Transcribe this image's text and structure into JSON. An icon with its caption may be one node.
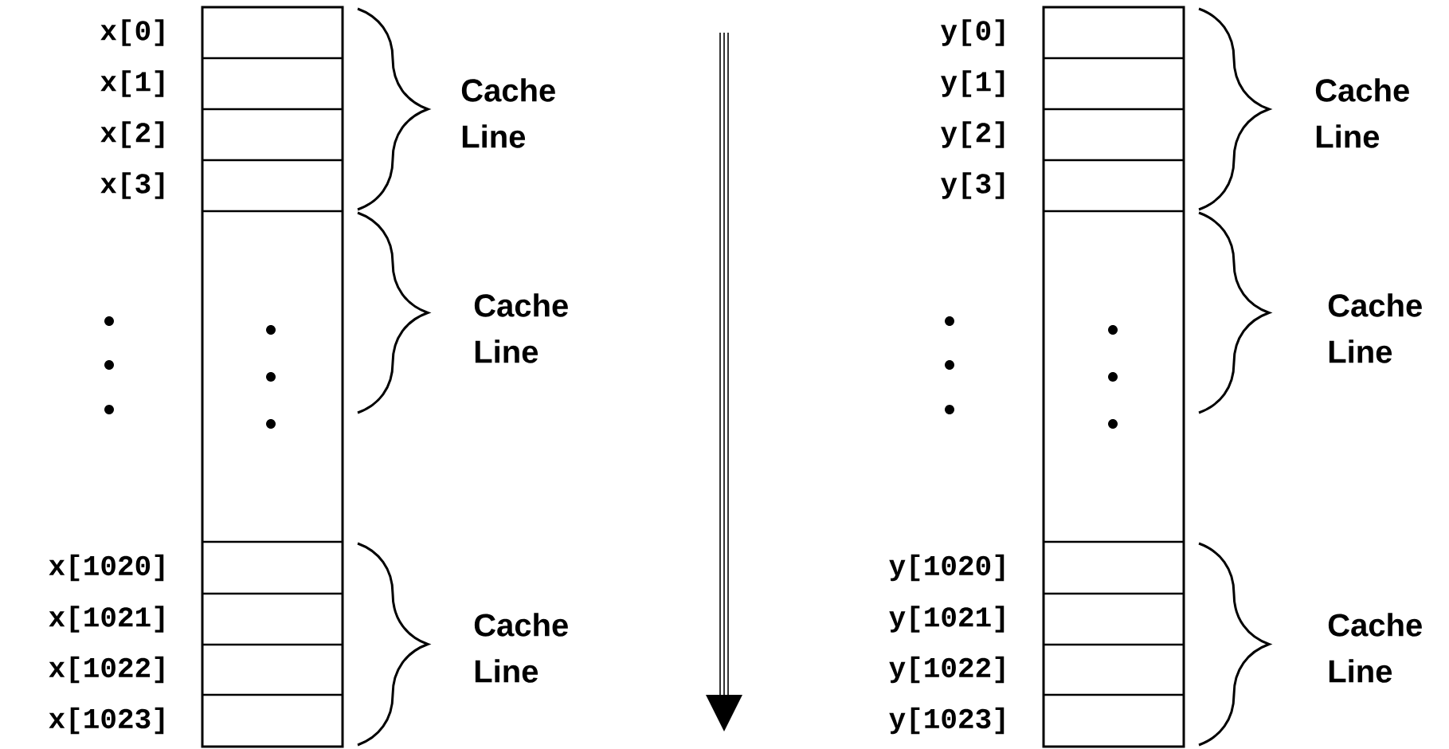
{
  "diagram": {
    "labels": [
      "x[0]",
      "x[1]",
      "x[2]",
      "x[3]",
      "x[1020]",
      "x[1021]",
      "x[1022]",
      "x[1023]",
      "Cache Line",
      "Cache Line",
      "Cache Line",
      "y[0]",
      "y[1]",
      "y[2]",
      "y[3]",
      "y[1020]",
      "y[1021]",
      "y[1022]",
      "y[1023]",
      "Cache Line",
      "Cache Line",
      "Cache Line"
    ]
  }
}
